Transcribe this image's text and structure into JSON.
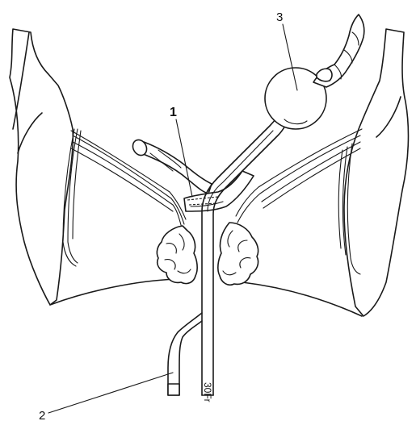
{
  "labels": {
    "marker_1": "1",
    "marker_2": "2",
    "marker_3": "3",
    "catheter_size": "30Fr"
  },
  "colors": {
    "line": "#1a1a1a",
    "background": "#ffffff"
  }
}
